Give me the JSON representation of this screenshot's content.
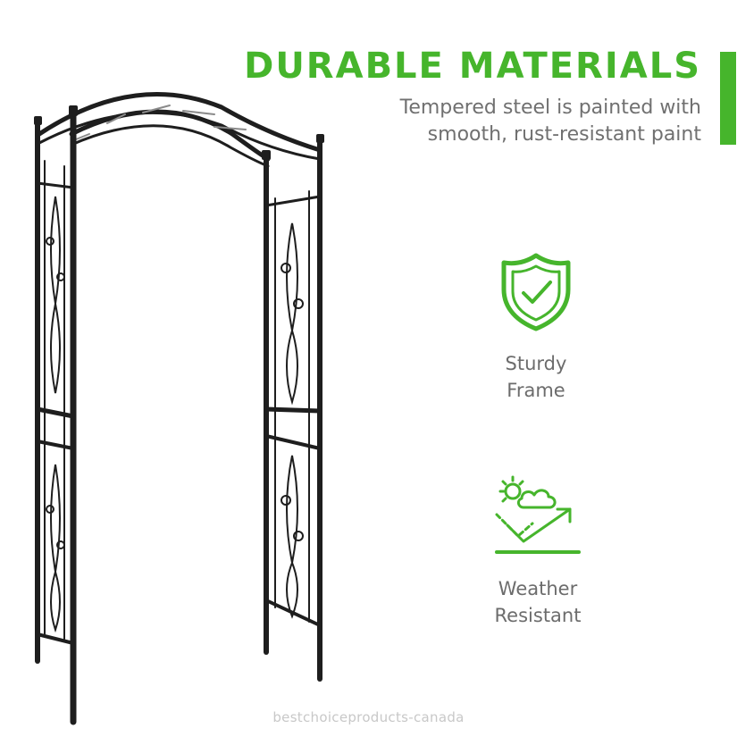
{
  "headline": {
    "title": "DURABLE MATERIALS",
    "subtitle_line1": "Tempered steel is painted with",
    "subtitle_line2": "smooth, rust-resistant paint"
  },
  "features": [
    {
      "label_line1": "Sturdy",
      "label_line2": "Frame",
      "icon": "shield-check-icon"
    },
    {
      "label_line1": "Weather",
      "label_line2": "Resistant",
      "icon": "weather-resistant-icon"
    }
  ],
  "watermark": "bestchoiceproducts-canada",
  "colors": {
    "accent": "#46b52c",
    "text_gray": "#707070",
    "frame": "#1e1e1e"
  }
}
